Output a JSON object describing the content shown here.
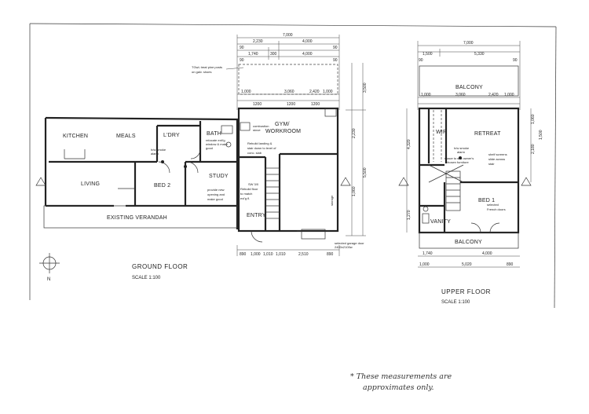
{
  "ground_floor": {
    "title": "GROUND FLOOR",
    "scale": "SCALE 1:100",
    "rooms": {
      "kitchen": "KITCHEN",
      "meals": "MEALS",
      "laundry": "L'DRY",
      "bath": "BATH",
      "gym": "GYM/",
      "gym2": "WORKROOM",
      "living": "LIVING",
      "bed2": "BED 2",
      "study": "STUDY",
      "verandah": "EXISTING VERANDAH",
      "entry": "ENTRY"
    },
    "notes": {
      "timber": "TGwL treat pine posts",
      "timber2": "on galv. shoes",
      "combustion": "combustion",
      "combustion2": "stove",
      "landing": "Rebuild landing &",
      "landing2": "stair down to level of",
      "landing3": "conc. slab",
      "relocate": "relocate exit'g",
      "relocate2": "window & make",
      "relocate3": "good",
      "smoke": "h/w smoke",
      "smoke2": "alarm",
      "opening": "provide new",
      "opening2": "opening and",
      "opening3": "make good",
      "floor": "Rebuild floor",
      "floor2": "to match",
      "floor3": "exi'g fl.",
      "storage": "storage",
      "sw": "SW 3/0",
      "garage": "selected garage door",
      "garage2": "2400x2100w"
    },
    "dims_top": [
      "7,000",
      "2,230",
      "4,000",
      "1,740",
      "300",
      "4,000",
      "90",
      "90",
      "90",
      "90"
    ],
    "dims_mid": [
      "1,000",
      "3,060",
      "2,420",
      "1,000",
      "1200",
      "1200",
      "1200"
    ],
    "dims_right": [
      "3,500",
      "5,500",
      "2,230",
      "1,060"
    ],
    "dims_bottom": [
      "890",
      "1,000",
      "1,010",
      "1,010",
      "2,510",
      "890"
    ]
  },
  "upper_floor": {
    "title": "UPPER FLOOR",
    "scale": "SCALE 1:100",
    "rooms": {
      "balcony_top": "BALCONY",
      "wir": "WIR",
      "retreat": "RETREAT",
      "bed1": "BED 1",
      "vanity": "VANITY",
      "balcony_bottom": "BALCONY"
    },
    "notes": {
      "smoke": "h/w smoke",
      "smoke2": "alarm",
      "space": "space to suit owner's",
      "space2": "chosen furniture",
      "shelf": "shelf screens",
      "shelf2": "slide across",
      "shelf3": "stair",
      "selected": "selected",
      "selected2": "French doors"
    },
    "dims_top": [
      "7,000",
      "1,500",
      "5,330",
      "90",
      "90"
    ],
    "dims_mid": [
      "1,000",
      "3,060",
      "2,420",
      "1,000"
    ],
    "dims_left": [
      "4,320",
      "1,270"
    ],
    "dims_right": [
      "1,060",
      "2,180",
      "1,500"
    ],
    "dims_bottom": [
      "1,740",
      "4,000",
      "1,000",
      "5,020",
      "890"
    ]
  },
  "north_label": "N",
  "handwritten": [
    "* These measurements are",
    "approximates only."
  ]
}
